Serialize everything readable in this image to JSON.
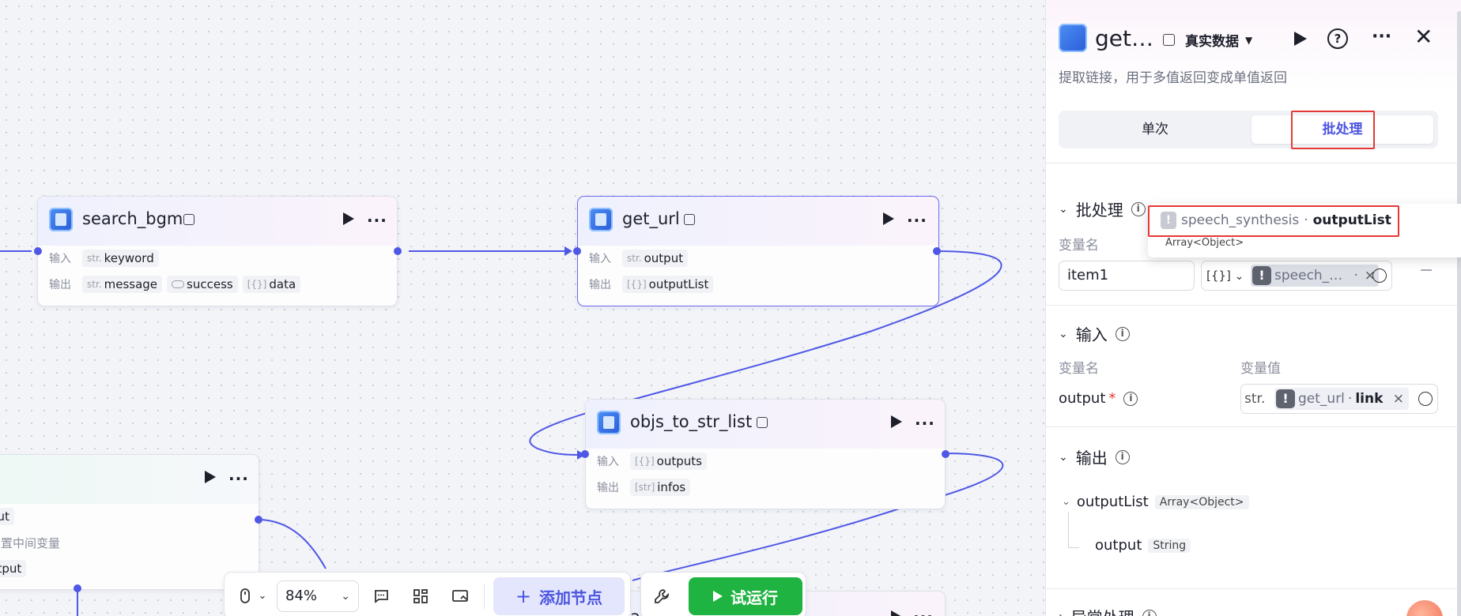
{
  "nodes": {
    "search_bgm": {
      "title": "search_bgm",
      "input_label": "输入",
      "output_label": "输出",
      "inputs": [
        {
          "type": "str.",
          "name": "keyword"
        }
      ],
      "outputs": [
        {
          "type": "str.",
          "name": "message"
        },
        {
          "type": "toggle",
          "name": "success"
        },
        {
          "type": "[{}]",
          "name": "data"
        }
      ]
    },
    "get_url": {
      "title": "get_url",
      "input_label": "输入",
      "output_label": "输出",
      "inputs": [
        {
          "type": "str.",
          "name": "output"
        }
      ],
      "outputs": [
        {
          "type": "[{}]",
          "name": "outputList"
        }
      ]
    },
    "objs_to_str_list": {
      "title": "objs_to_str_list",
      "input_label": "输入",
      "output_label": "输出",
      "inputs": [
        {
          "type": "[{}]",
          "name": "outputs"
        }
      ],
      "outputs": [
        {
          "type": "[str]",
          "name": "infos"
        }
      ]
    },
    "partial": {
      "row1": "put",
      "row2": "置中间变量",
      "row3": "utput"
    },
    "bottom_partial": {
      "title": "a"
    }
  },
  "toolbar": {
    "zoom": "84%",
    "add_node": "添加节点",
    "try_run": "试运行",
    "icons": [
      "mouse-icon",
      "comment-icon",
      "grid-icon",
      "minimap-icon",
      "wrench-icon"
    ]
  },
  "panel": {
    "title": "get…",
    "data_source": "真实数据",
    "description": "提取链接，用于多值返回变成单值返回",
    "tabs": [
      "单次",
      "批处理"
    ],
    "active_tab": "批处理",
    "batch": {
      "section_title": "批处理",
      "var_name_label": "变量名",
      "item_name": "item1",
      "item_type": "[{}]",
      "item_ref": "speech_…",
      "ref_dots": "·"
    },
    "popup": {
      "source": "speech_synthesis",
      "sep": "·",
      "field": "outputList",
      "type": "Array<Object>"
    },
    "input": {
      "section_title": "输入",
      "var_name_label": "变量名",
      "var_value_label": "变量值",
      "name": "output",
      "required": "*",
      "value_type": "str.",
      "ref_node": "get_url",
      "ref_sep": "·",
      "ref_field": "link"
    },
    "output": {
      "section_title": "输出",
      "items": [
        {
          "name": "outputList",
          "type": "Array<Object>"
        },
        {
          "name": "output",
          "type": "String"
        }
      ]
    },
    "exception": {
      "section_title": "异常处理"
    }
  },
  "colors": {
    "accent": "#4f58e6",
    "run": "#1fb341",
    "highlight": "#e53935"
  }
}
